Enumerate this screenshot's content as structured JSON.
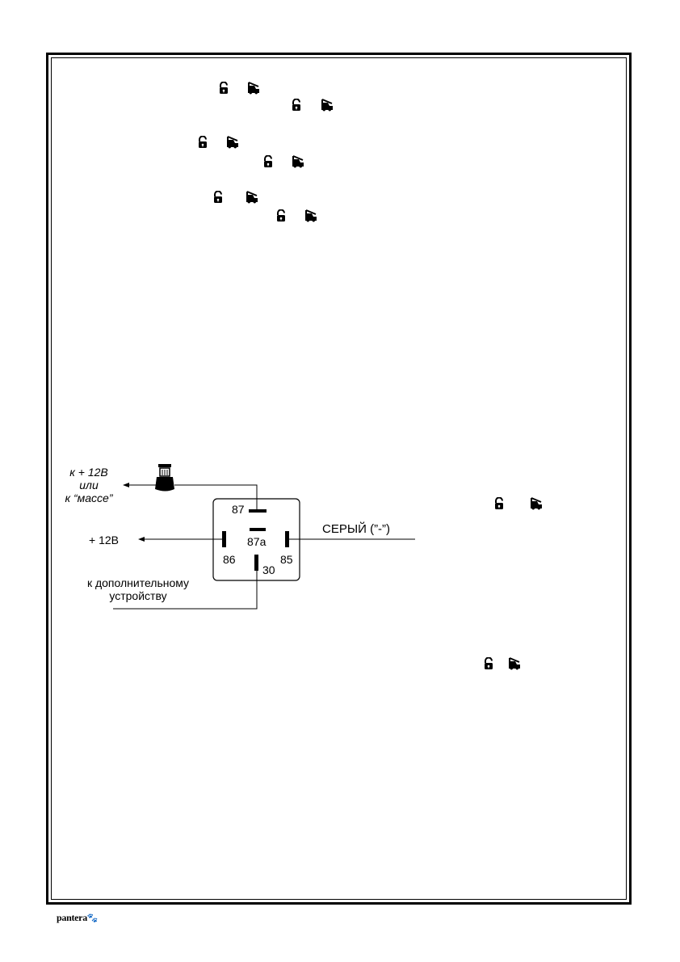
{
  "diagram": {
    "left_top_label": [
      "к + 12В",
      "или",
      "к “массе”"
    ],
    "left_mid_label": "+ 12В",
    "left_bottom_label": [
      "к дополнительному",
      "устройству"
    ],
    "wire_right_label": "СЕРЫЙ (”-”)",
    "pins": {
      "p87": "87",
      "p87a": "87a",
      "p86": "86",
      "p85": "85",
      "p30": "30"
    }
  },
  "icons": {
    "lock": "padlock-open-icon",
    "trunk": "car-trunk-icon"
  },
  "footer": {
    "logo": "pantera"
  }
}
